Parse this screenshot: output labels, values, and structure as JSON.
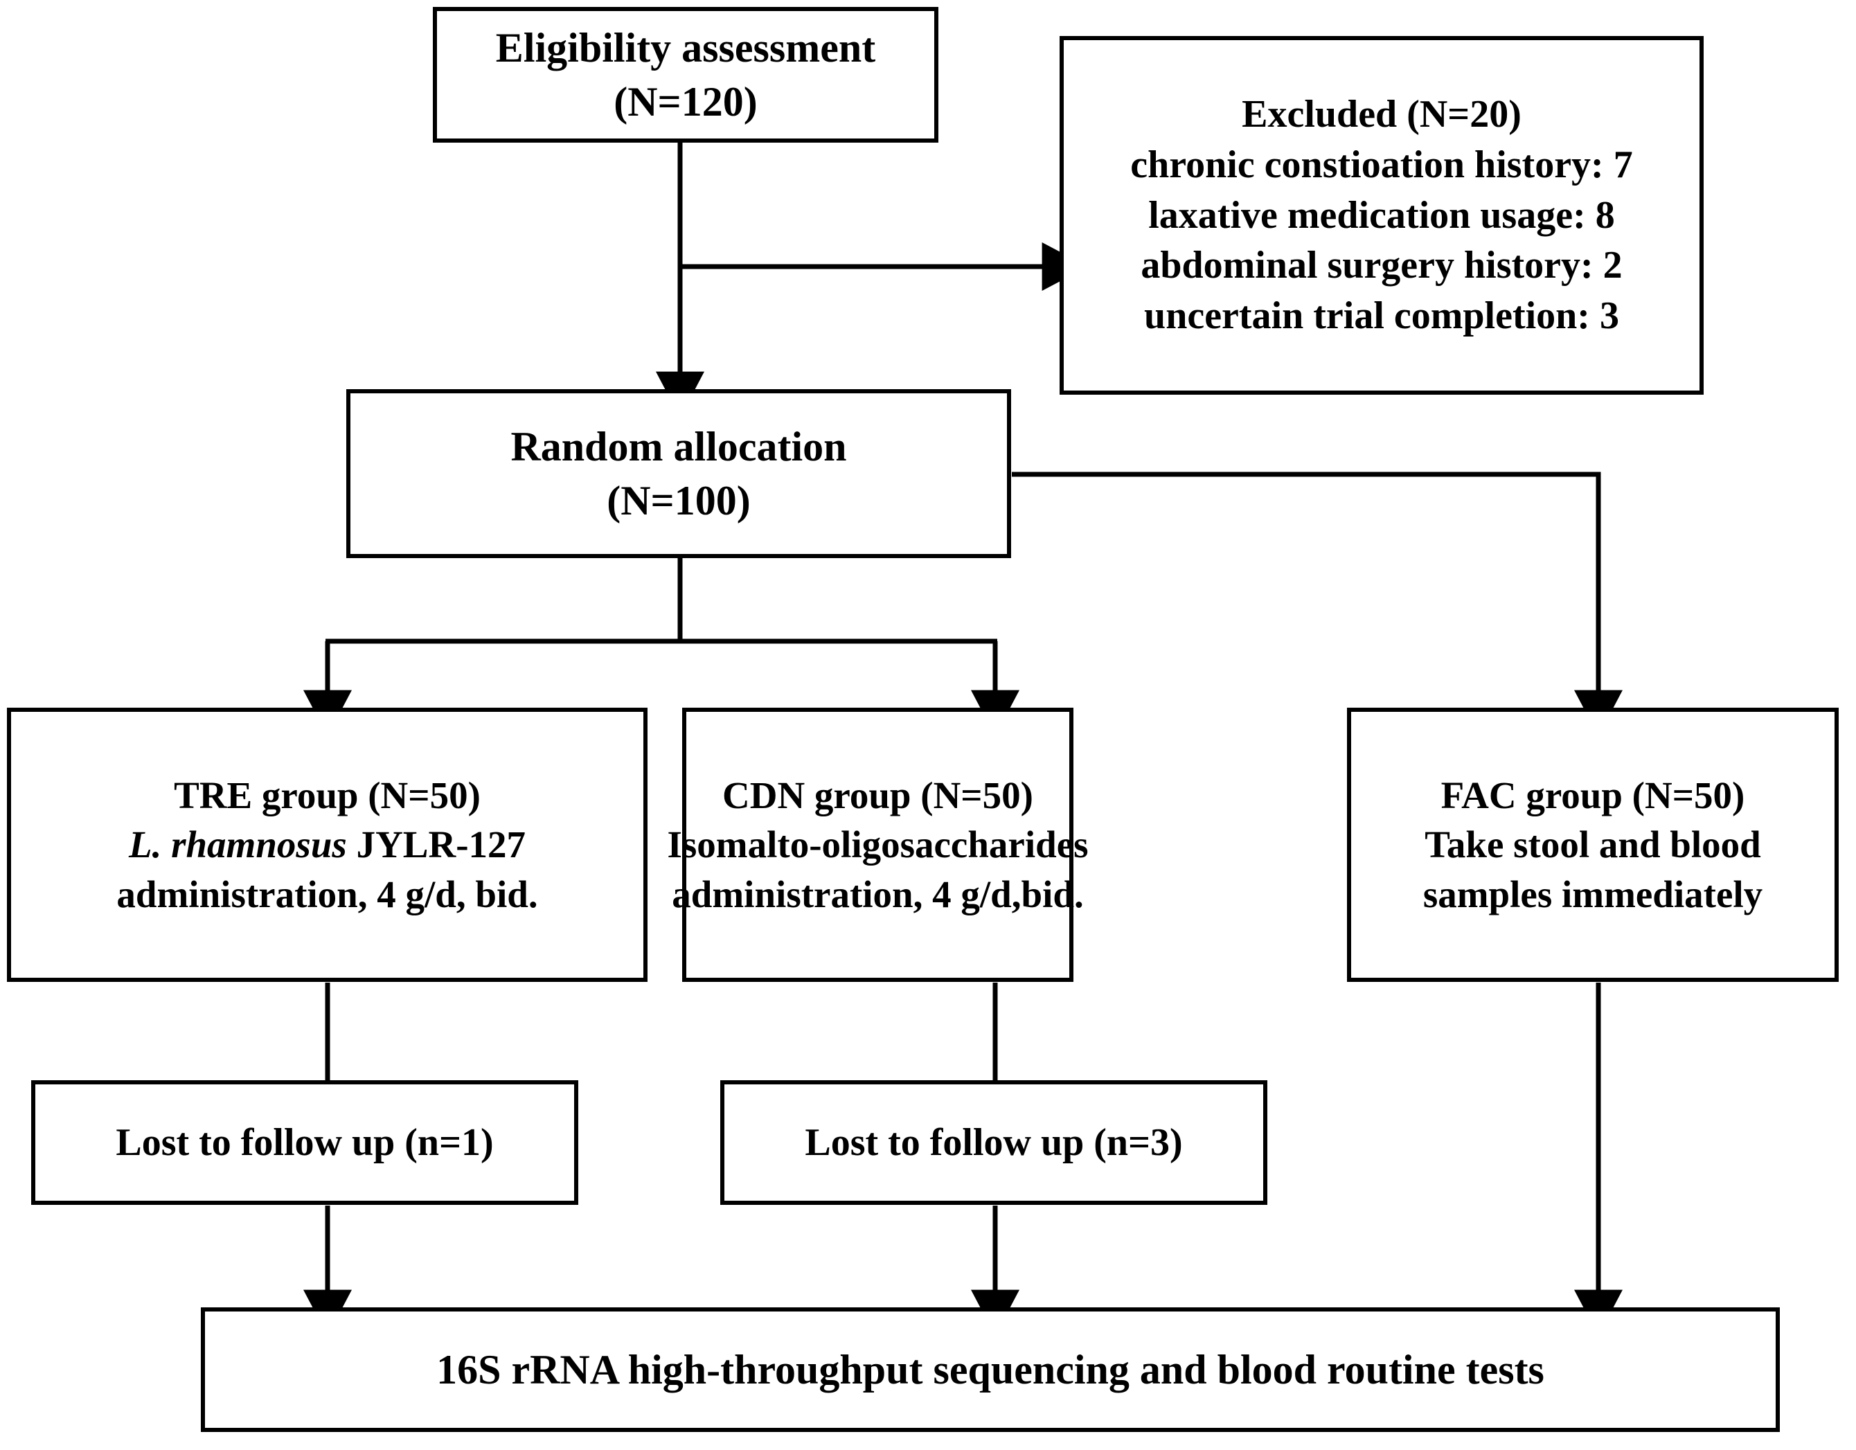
{
  "diagram": {
    "type": "flowchart",
    "title": "CONSORT-style participant flow diagram",
    "orientation": "top-to-bottom",
    "line_color": "#000000",
    "background_color": "#ffffff",
    "text_color": "#000000"
  },
  "nodes": {
    "eligibility": {
      "lines": [
        "Eligibility assessment",
        "(N=120)"
      ],
      "line1": "Eligibility assessment",
      "line2": "(N=120)",
      "count": 120
    },
    "excluded": {
      "lines": [
        "Excluded (N=20)",
        "chronic constioation history: 7",
        "laxative medication usage: 8",
        "abdominal surgery history: 2",
        "uncertain trial completion: 3"
      ],
      "line1": "Excluded (N=20)",
      "line2": "chronic constioation history: 7",
      "line3": "laxative medication usage: 8",
      "line4": "abdominal surgery history: 2",
      "line5": "uncertain trial completion: 3",
      "count": 20,
      "reasons": [
        {
          "reason": "chronic constioation history",
          "n": 7
        },
        {
          "reason": "laxative medication usage",
          "n": 8
        },
        {
          "reason": "abdominal surgery history",
          "n": 2
        },
        {
          "reason": "uncertain trial completion",
          "n": 3
        }
      ]
    },
    "random_allocation": {
      "lines": [
        "Random allocation",
        "(N=100)"
      ],
      "line1": "Random allocation",
      "line2": "(N=100)",
      "count": 100
    },
    "tre_group": {
      "lines": [
        "TRE group (N=50)",
        "L. rhamnosus JYLR-127",
        "administration, 4 g/d, bid."
      ],
      "line1": "TRE group (N=50)",
      "line2_italic": "L. rhamnosus",
      "line2_rest": " JYLR-127",
      "line3": "administration, 4 g/d, bid.",
      "count": 50
    },
    "cdn_group": {
      "lines": [
        "CDN group (N=50)",
        "Isomalto-oligosaccharides",
        "administration, 4 g/d,bid."
      ],
      "line1": "CDN group (N=50)",
      "line2": "Isomalto-oligosaccharides",
      "line3": "administration, 4 g/d,bid.",
      "count": 50
    },
    "fac_group": {
      "lines": [
        "FAC group (N=50)",
        "Take stool and blood",
        "samples immediately"
      ],
      "line1": "FAC group (N=50)",
      "line2": "Take stool and blood",
      "line3": "samples immediately",
      "count": 50
    },
    "lost_tre": {
      "line1": "Lost to follow up (n=1)",
      "count": 1
    },
    "lost_cdn": {
      "line1": "Lost to follow up (n=3)",
      "count": 3
    },
    "outcome": {
      "line1": "16S rRNA high-throughput sequencing and blood routine tests"
    }
  },
  "edges": [
    {
      "from": "eligibility",
      "to": "random_allocation",
      "style": "arrow-down"
    },
    {
      "from": "eligibility",
      "to": "excluded",
      "style": "arrow-right"
    },
    {
      "from": "random_allocation",
      "to": "tre_group",
      "style": "arrow-down"
    },
    {
      "from": "random_allocation",
      "to": "cdn_group",
      "style": "arrow-down"
    },
    {
      "from": "random_allocation",
      "to": "fac_group",
      "style": "arrow-right-down"
    },
    {
      "from": "tre_group",
      "to": "lost_tre",
      "style": "line-down"
    },
    {
      "from": "cdn_group",
      "to": "lost_cdn",
      "style": "line-down"
    },
    {
      "from": "lost_tre",
      "to": "outcome",
      "style": "arrow-down"
    },
    {
      "from": "lost_cdn",
      "to": "outcome",
      "style": "arrow-down"
    },
    {
      "from": "fac_group",
      "to": "outcome",
      "style": "arrow-down"
    }
  ]
}
